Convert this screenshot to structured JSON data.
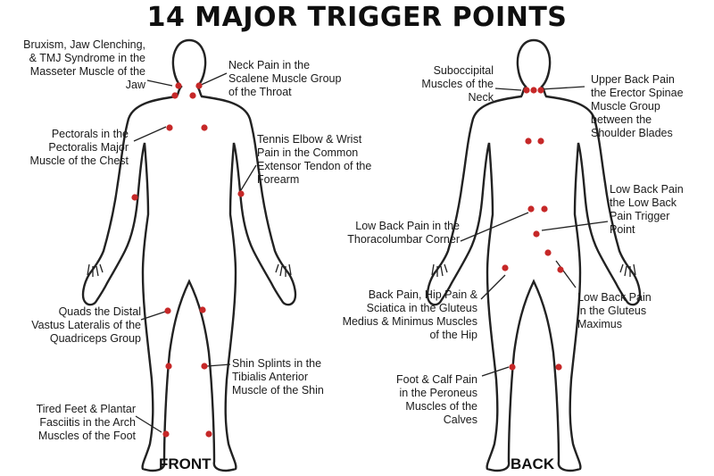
{
  "title": "14 MAJOR TRIGGER POINTS",
  "colors": {
    "point": "#c62828",
    "line": "#222222",
    "text": "#1a1a1a"
  },
  "views": {
    "front": "FRONT",
    "back": "BACK"
  },
  "labels": {
    "bruxism": [
      "Bruxism, Jaw Clenching,",
      "& TMJ Syndrome in the",
      "Masseter Muscle of the",
      "Jaw"
    ],
    "neck_pain": [
      "Neck Pain in the",
      "Scalene Muscle Group",
      "of the Throat"
    ],
    "pectorals": [
      "Pectorals in the",
      "Pectoralis Major",
      "Muscle of the Chest"
    ],
    "tennis_elbow": [
      "Tennis Elbow & Wrist",
      "Pain in the Common",
      "Extensor Tendon of the",
      "Forearm"
    ],
    "quads": [
      "Quads the Distal",
      "Vastus Lateralis of the",
      "Quadriceps Group"
    ],
    "shin": [
      "Shin Splints in the",
      "Tibialis Anterior",
      "Muscle of the Shin"
    ],
    "feet": [
      "Tired Feet & Plantar",
      "Fasciitis in the Arch",
      "Muscles of the Foot"
    ],
    "suboccipital": [
      "Suboccipital",
      "Muscles of the",
      "Neck"
    ],
    "upper_back": [
      "Upper Back Pain",
      "the Erector Spinae",
      "Muscle Group",
      "between the",
      "Shoulder Blades"
    ],
    "low_back_thoraco": [
      "Low Back Pain in the",
      "Thoracolumbar Corner"
    ],
    "low_back_trigger": [
      "Low Back Pain",
      "the Low Back",
      "Pain Trigger",
      "Point"
    ],
    "hip": [
      "Back Pain, Hip Pain &",
      "Sciatica in the Gluteus",
      "Medius & Minimus Muscles",
      "of the Hip"
    ],
    "gluteus_max": [
      "Low Back Pain",
      "in the Gluteus",
      "Maximus"
    ],
    "calf": [
      "Foot & Calf Pain",
      "in the Peroneus",
      "Muscles of the",
      "Calves"
    ]
  }
}
